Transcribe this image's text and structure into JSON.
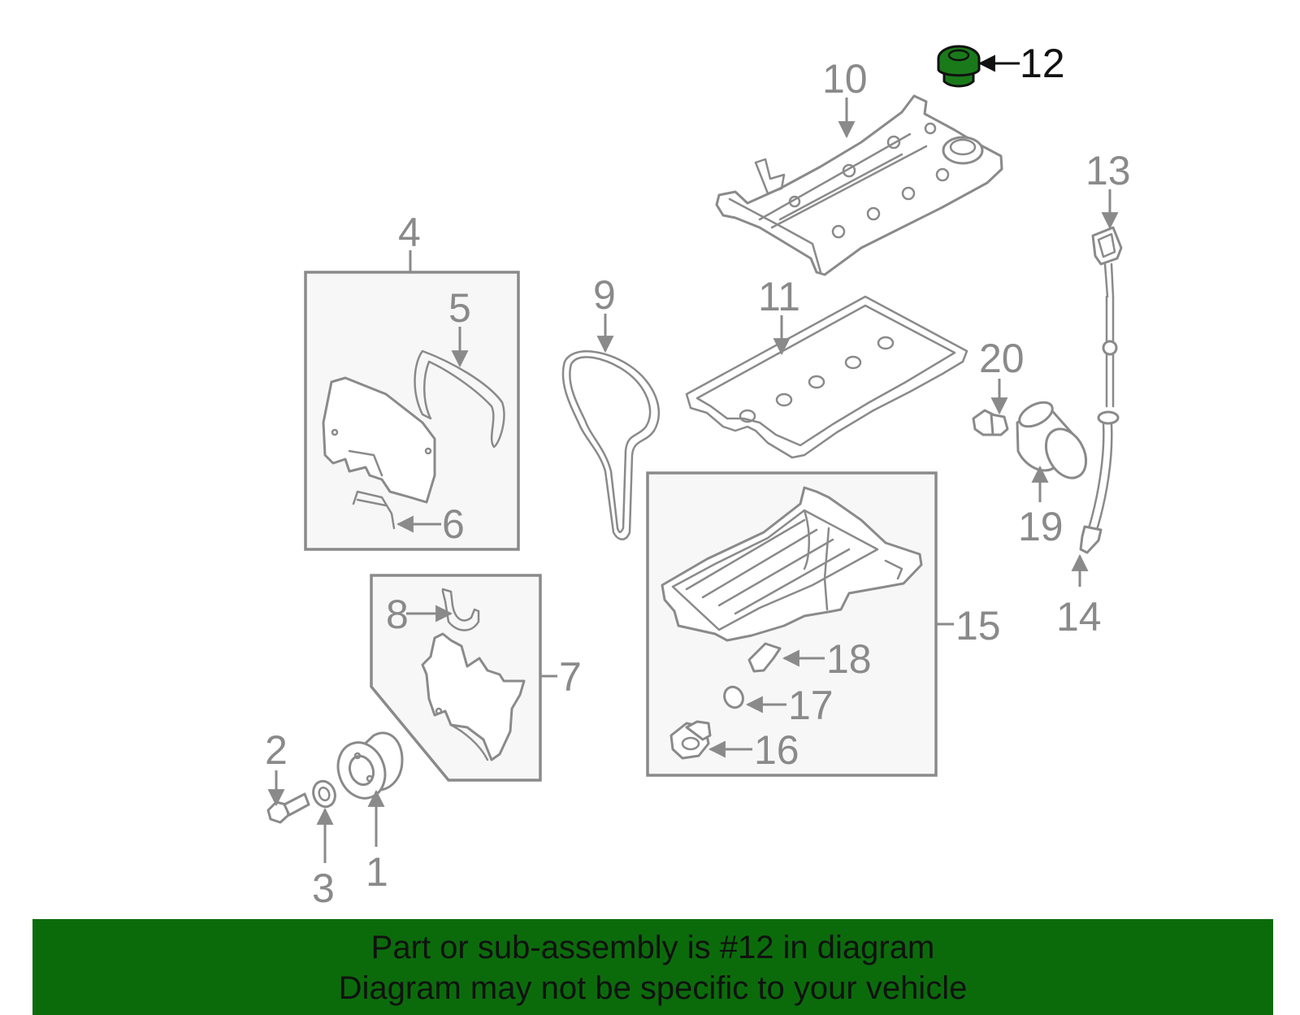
{
  "diagram": {
    "callouts": {
      "c1": "1",
      "c2": "2",
      "c3": "3",
      "c4": "4",
      "c5": "5",
      "c6": "6",
      "c7": "7",
      "c8": "8",
      "c9": "9",
      "c10": "10",
      "c11": "11",
      "c12": "12",
      "c13": "13",
      "c14": "14",
      "c15": "15",
      "c16": "16",
      "c17": "17",
      "c18": "18",
      "c19": "19",
      "c20": "20"
    },
    "highlight_part": "12",
    "highlight_color": "#1a7a1a",
    "line_color": "#8a8a8a"
  },
  "banner": {
    "line1": "Part or sub-assembly is #12 in diagram",
    "line2": "Diagram may not be specific to your vehicle",
    "background_color": "#0b6b0b"
  }
}
